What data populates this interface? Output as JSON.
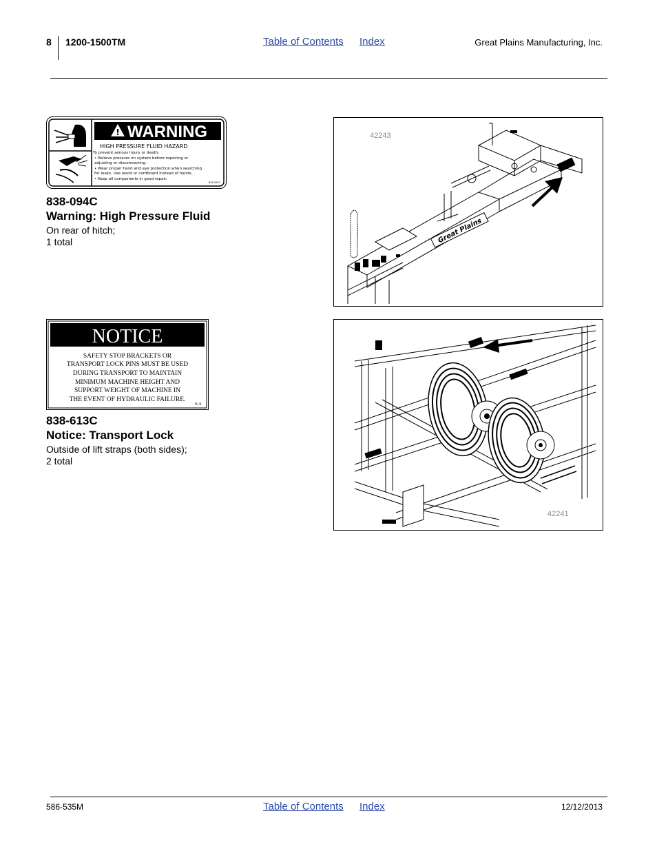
{
  "header": {
    "page_number": "8",
    "model": "1200-1500TM",
    "toc_link": "Table of Contents",
    "index_link": "Index",
    "company": "Great Plains Manufacturing, Inc."
  },
  "decals": [
    {
      "part_number": "838-094C",
      "title": "Warning: High Pressure Fluid",
      "location": "On rear of hitch;",
      "quantity": "1 total",
      "decal": {
        "heading": "WARNING",
        "subheading": "HIGH PRESSURE FLUID HAZARD",
        "intro": "To prevent serious injury or death:",
        "bullets": [
          "• Relieve pressure on system before repairing or",
          "  adjusting or disconnecting.",
          "• Wear proper hand and eye protection when searching",
          "  for leaks. Use wood or cardboard instead of hands.",
          "• Keep all components in good repair."
        ],
        "code": "838-094C"
      },
      "figure_number": "42243"
    },
    {
      "part_number": "838-613C",
      "title": "Notice: Transport Lock",
      "location": "Outside of lift straps (both sides);",
      "quantity": "2 total",
      "decal": {
        "heading": "NOTICE",
        "lines": [
          "SAFETY STOP BRACKETS OR",
          "TRANSPORT LOCK PINS MUST BE USED",
          "DURING TRANSPORT TO MAINTAIN",
          "MINIMUM MACHINE HEIGHT AND",
          "SUPPORT WEIGHT OF MACHINE IN",
          "THE EVENT OF HYDRAULIC FAILURE."
        ],
        "code": "K-9"
      },
      "figure_number": "42241"
    }
  ],
  "figure_labels": {
    "brand_on_frame": "Great Plains"
  },
  "footer": {
    "doc_number": "586-535M",
    "toc_link": "Table of Contents",
    "index_link": "Index",
    "date": "12/12/2013"
  }
}
